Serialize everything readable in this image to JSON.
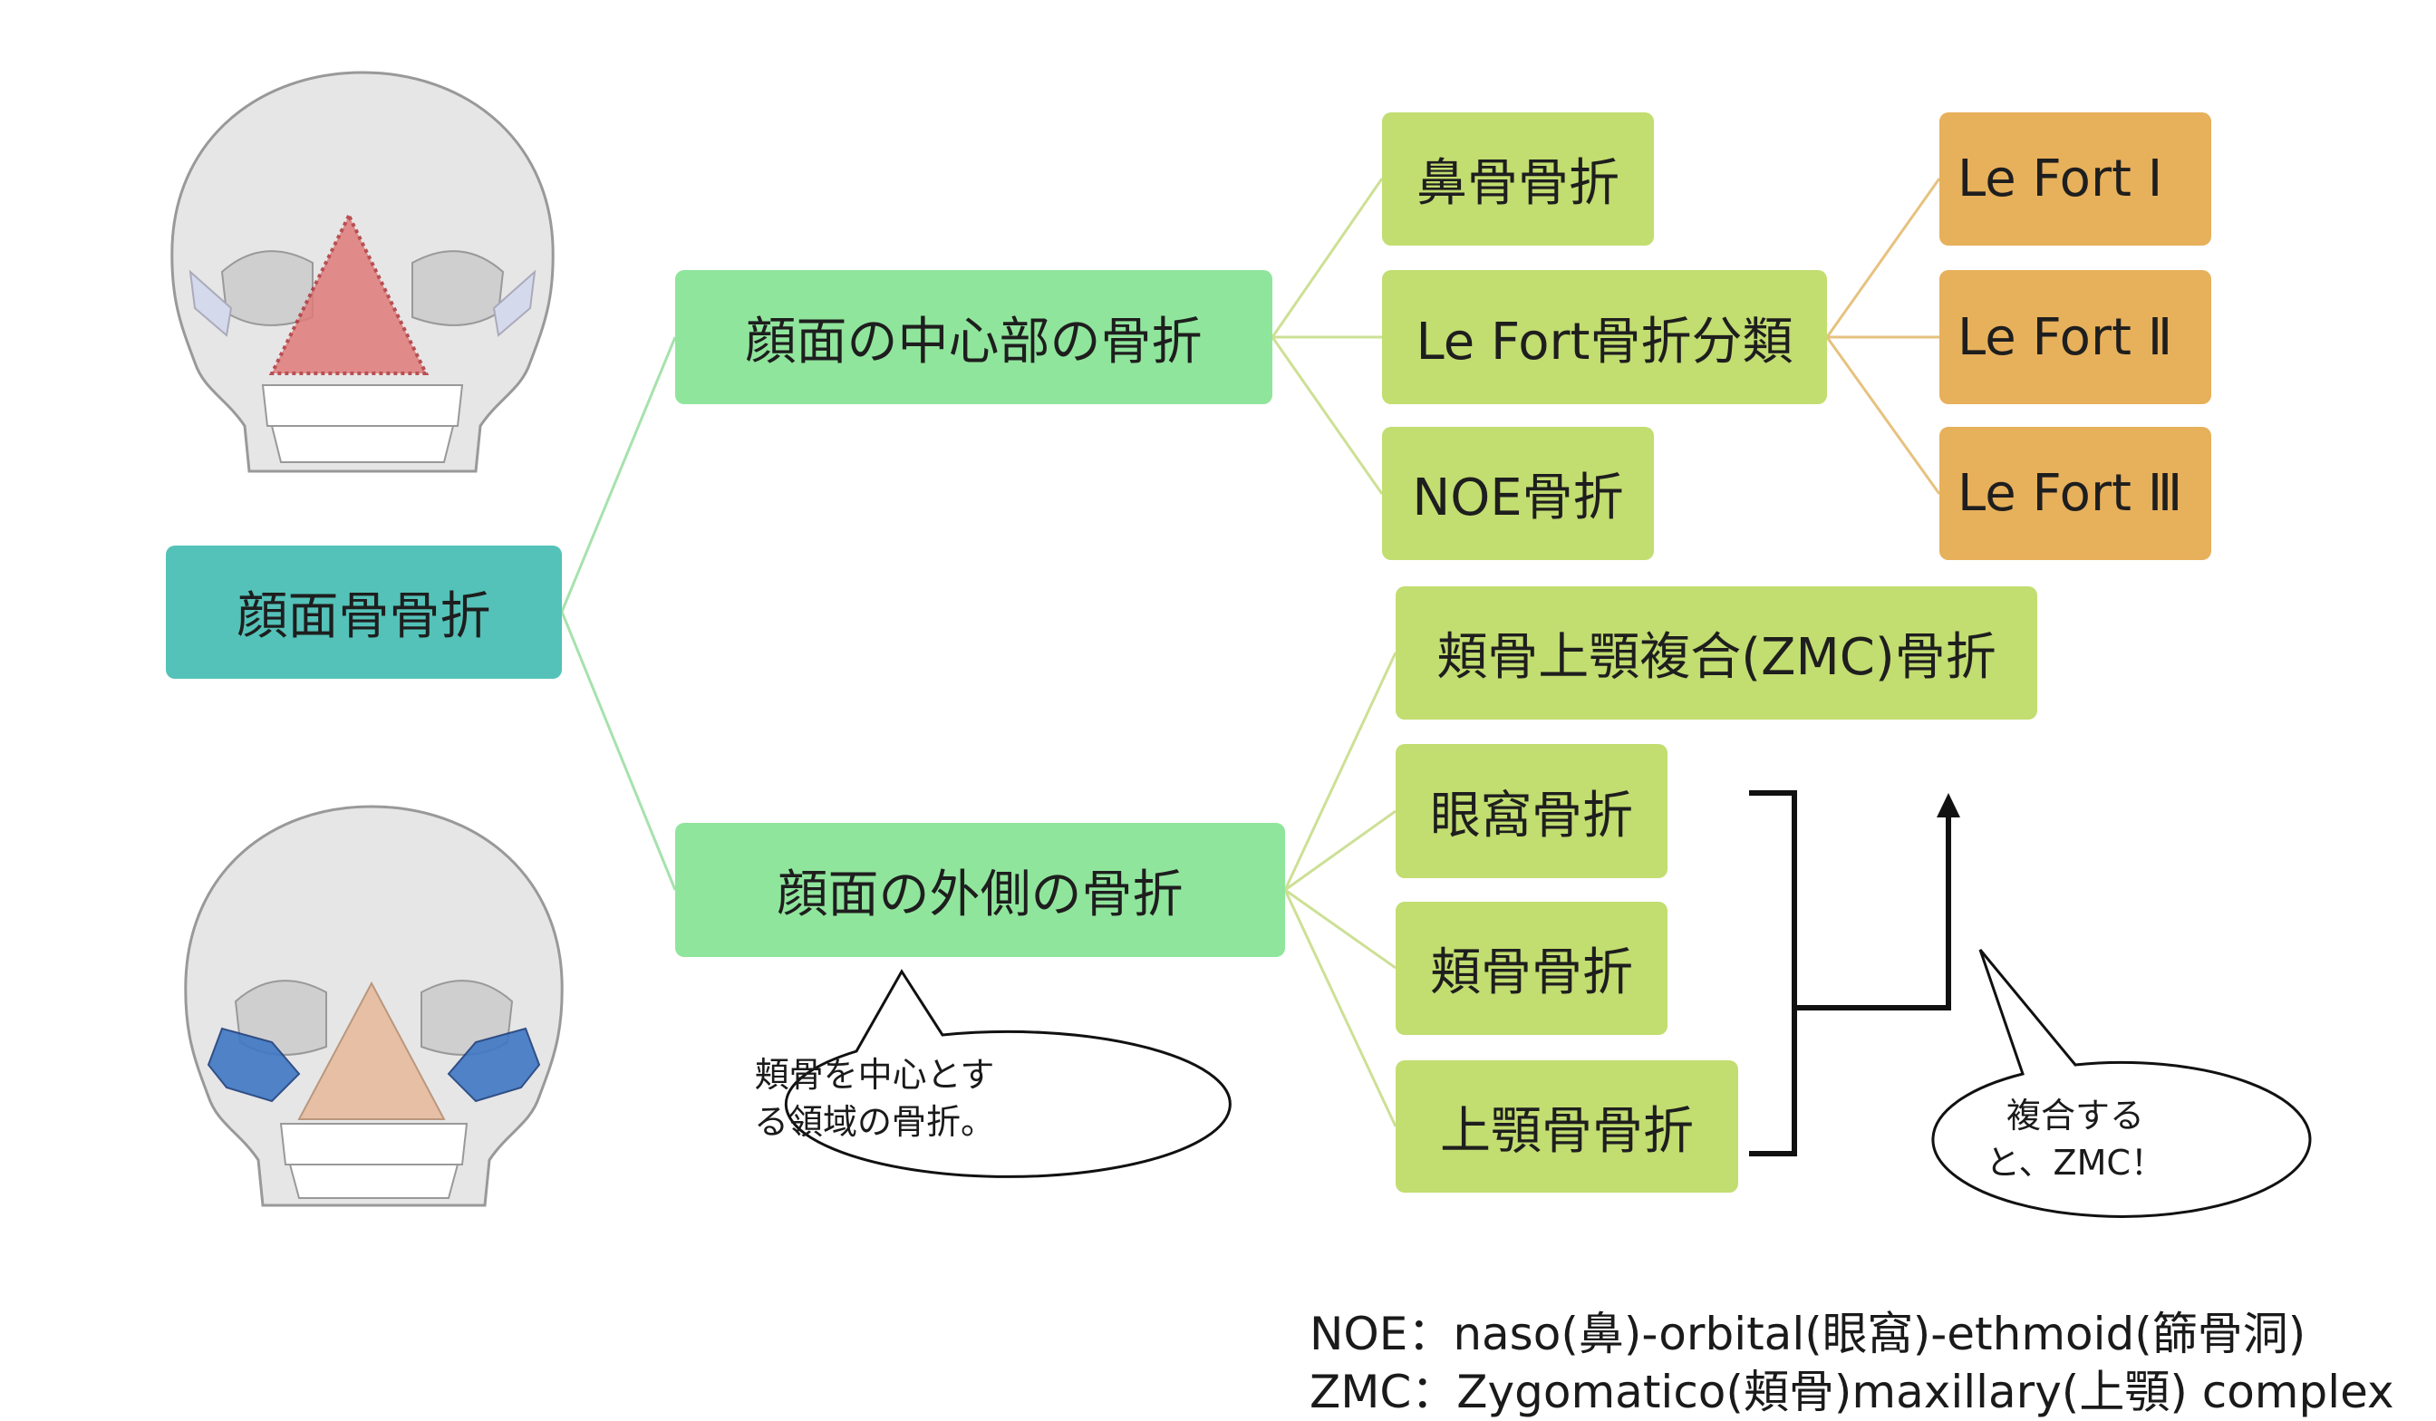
{
  "root": {
    "label": "顔面骨骨折"
  },
  "branches": {
    "center": {
      "label": "顔面の中心部の骨折",
      "children": [
        {
          "label": "鼻骨骨折"
        },
        {
          "label": "Le Fort骨折分類"
        },
        {
          "label": "NOE骨折"
        }
      ],
      "lefort": [
        {
          "label": "Le Fort Ⅰ"
        },
        {
          "label": "Le Fort Ⅱ"
        },
        {
          "label": "Le Fort Ⅲ"
        }
      ]
    },
    "outer": {
      "label": "顔面の外側の骨折",
      "children": [
        {
          "label": "頬骨上顎複合(ZMC)骨折"
        },
        {
          "label": "眼窩骨折"
        },
        {
          "label": "頬骨骨折"
        },
        {
          "label": "上顎骨骨折"
        }
      ]
    }
  },
  "callouts": {
    "outer_note": [
      "頬骨を中心とす",
      "る領域の骨折。"
    ],
    "zmc_note": [
      "複合する",
      "と、ZMC！"
    ]
  },
  "legend": {
    "noe": "NOE：naso(鼻)-orbital(眼窩)-ethmoid(篩骨洞)",
    "zmc": "ZMC：Zygomatico(頬骨)maxillary(上顎) complex"
  },
  "colors": {
    "root": "#54c2b8",
    "mid": "#90e59c",
    "leaf": "#c2dd70",
    "lefort": "#e7b05b",
    "nasal_highlight": "#e07b7b",
    "zygoma_highlight": "#3f78c4",
    "maxilla_highlight": "#e7b99a"
  }
}
